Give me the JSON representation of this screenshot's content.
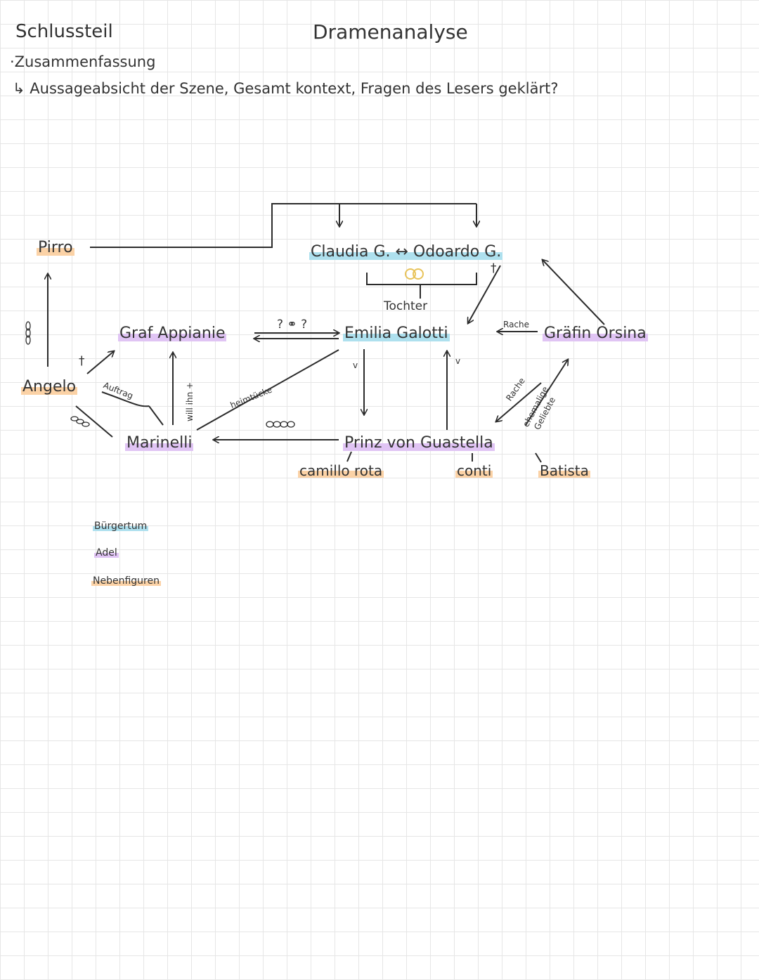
{
  "header": {
    "left_title": "Schlussteil",
    "center_title": "Dramenanalyse",
    "bullet": "·Zusammenfassung",
    "line": "↳ Aussageabsicht der Szene, Gesamt kontext, Fragen des Lesers geklärt?"
  },
  "figures": {
    "pirro": "Pirro",
    "angelo": "Angelo",
    "graf": "Graf Appianie",
    "marinelli": "Marinelli",
    "claudia_odoardo": "Claudia G. ↔ Odoardo G.",
    "tochter": "Tochter",
    "emilia": "Emilia Galotti",
    "grafin": "Gräfin Orsina",
    "prinz": "Prinz von Guastella",
    "camillo": "camillo rota",
    "conti": "conti",
    "batista": "Batista"
  },
  "labels": {
    "auftrag": "Auftrag",
    "will_ihn": "will ihn +",
    "heimtucke": "heimtücke",
    "question": "? ⚭ ?",
    "rache1": "Rache",
    "rache2": "Rache",
    "ehemalige": "ehemalige",
    "geliebte": "Geliebte",
    "dagger_angelo": "†",
    "dagger_odoardo": "†",
    "v1": "v",
    "v2": "v"
  },
  "legend": {
    "items": [
      "Bürgertum",
      "Adel",
      "Nebenfiguren"
    ],
    "colors": [
      "#aee0ee",
      "#e0c4f4",
      "#fbd2a6"
    ]
  }
}
